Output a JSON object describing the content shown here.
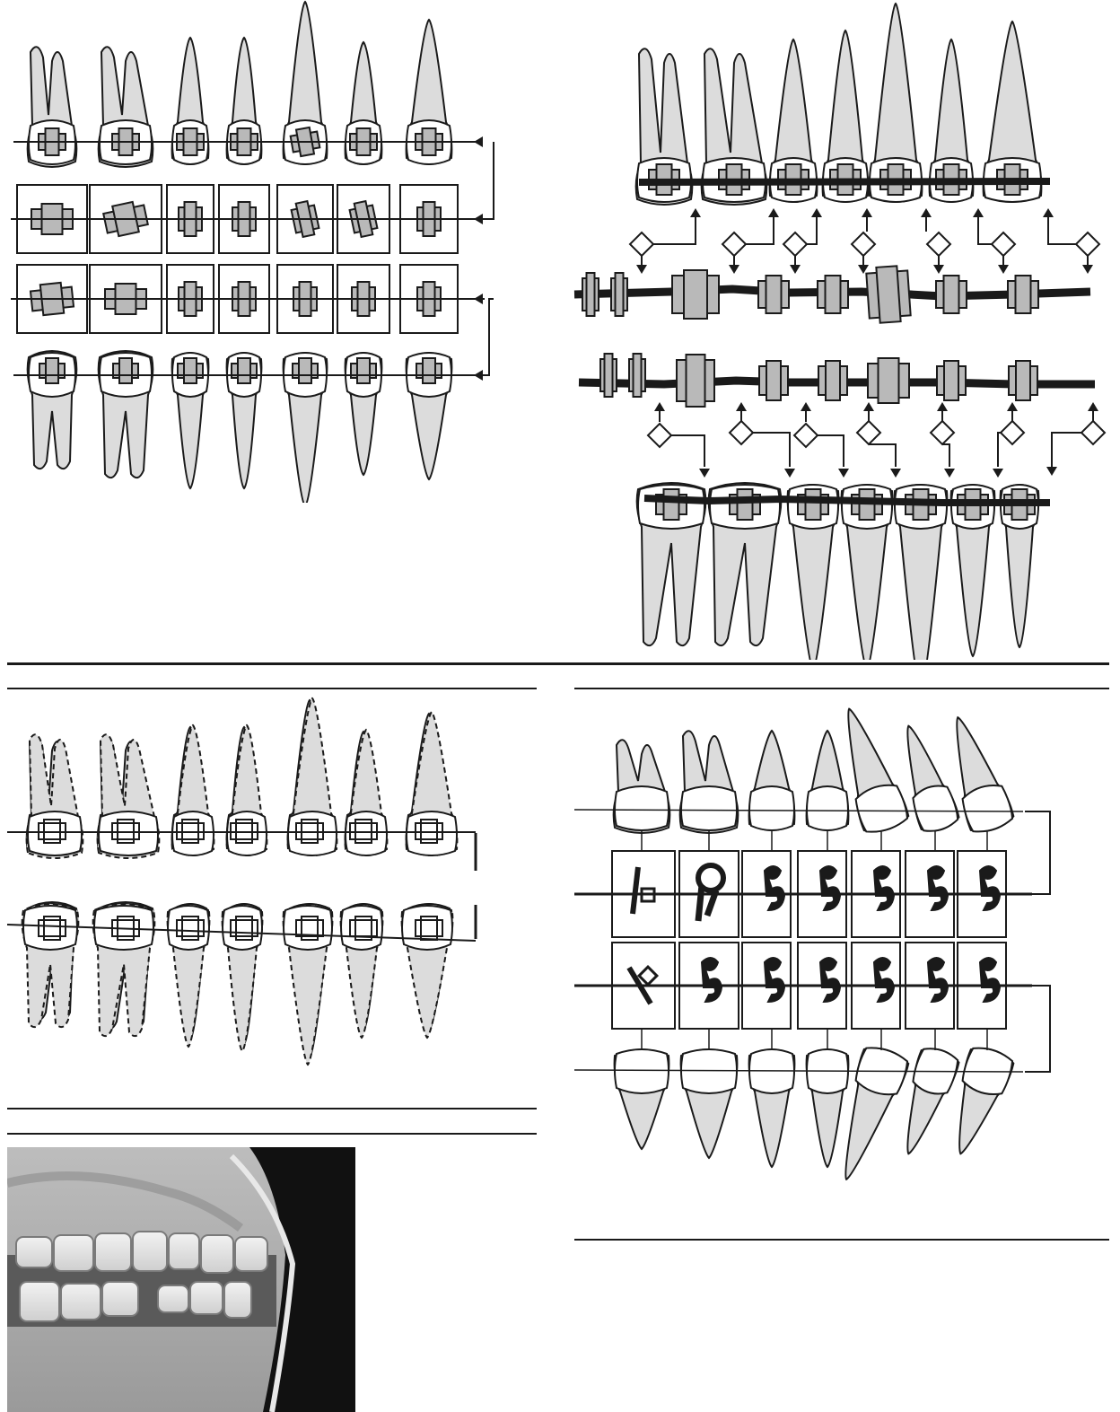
{
  "figure": {
    "panels": [
      {
        "id": "A",
        "kind": "bracket-placement-diagram",
        "tooth_count_per_arch": 7
      },
      {
        "id": "B",
        "kind": "archwire-bracket-alignment-diagram",
        "tooth_count_per_arch": 7
      },
      {
        "id": "C",
        "kind": "root-overlay-diagram",
        "tooth_count_per_arch": 7
      },
      {
        "id": "D",
        "kind": "bracket-type-selection-diagram",
        "tooth_count_per_arch": 7
      },
      {
        "id": "E",
        "kind": "clinical-photograph"
      }
    ]
  },
  "colors": {
    "line": "#1a1a1a",
    "tooth_fill": "#dcdcdc",
    "bracket_fill": "#b9b9b9",
    "paper": "#ffffff",
    "photo_dark": "#111111"
  }
}
